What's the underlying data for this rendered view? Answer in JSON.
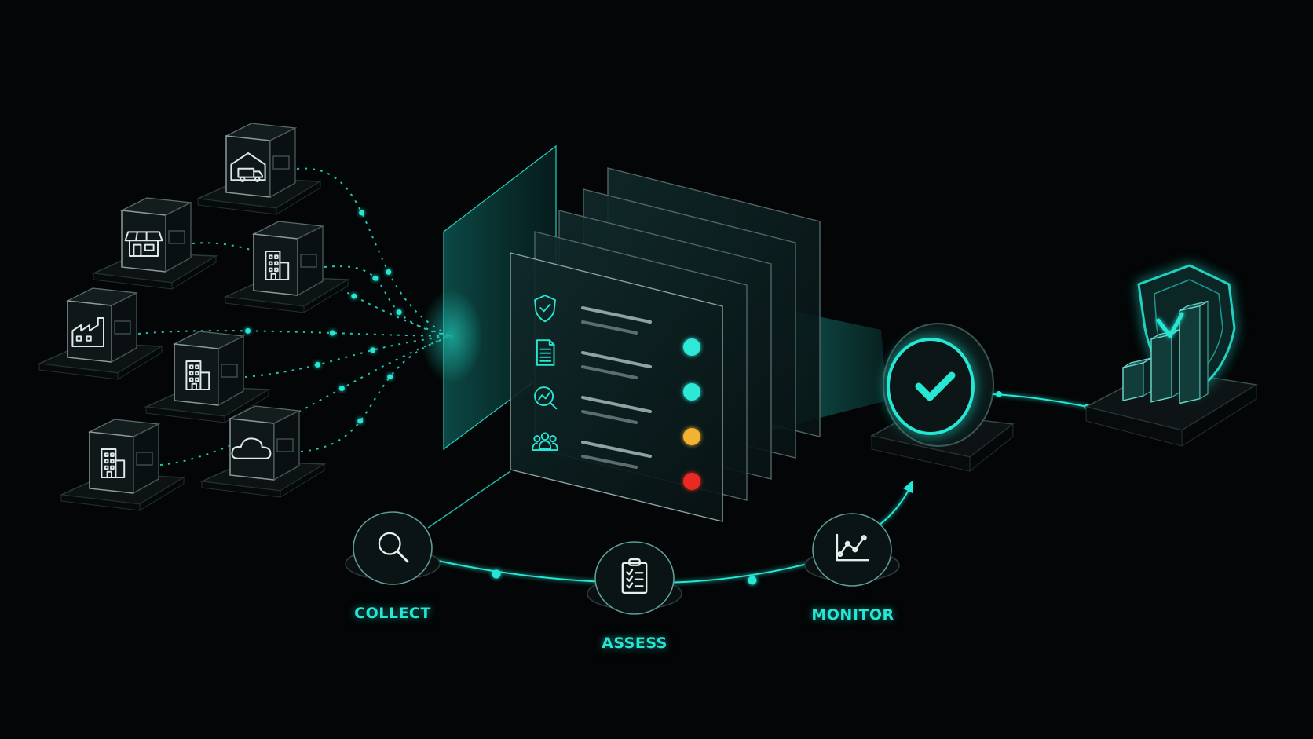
{
  "colors": {
    "background": "#030506",
    "accent": "#26e6d4",
    "accent_dim": "#0f6f68",
    "panel_fill": "#0c1a1b",
    "text_gray": "#8a9a9a",
    "status_teal": "#2ee8d8",
    "status_yellow": "#f2b233",
    "status_red": "#ea2a22"
  },
  "sources": [
    {
      "icon": "warehouse-truck-icon"
    },
    {
      "icon": "storefront-icon"
    },
    {
      "icon": "office-building-icon"
    },
    {
      "icon": "factory-icon"
    },
    {
      "icon": "office-building-icon"
    },
    {
      "icon": "office-building-icon"
    },
    {
      "icon": "cloud-icon"
    }
  ],
  "document_rows": [
    {
      "icon": "shield-check-icon",
      "status": "teal"
    },
    {
      "icon": "document-icon",
      "status": "teal"
    },
    {
      "icon": "analytics-search-icon",
      "status": "yellow"
    },
    {
      "icon": "team-icon",
      "status": "red"
    }
  ],
  "stages": [
    {
      "label": "COLLECT",
      "icon": "magnifier-icon"
    },
    {
      "label": "ASSESS",
      "icon": "clipboard-checklist-icon"
    },
    {
      "label": "MONITOR",
      "icon": "line-chart-icon"
    }
  ],
  "verification": {
    "icon": "check-icon"
  },
  "outcome": {
    "icon": "shield-bar-chart-icon"
  }
}
